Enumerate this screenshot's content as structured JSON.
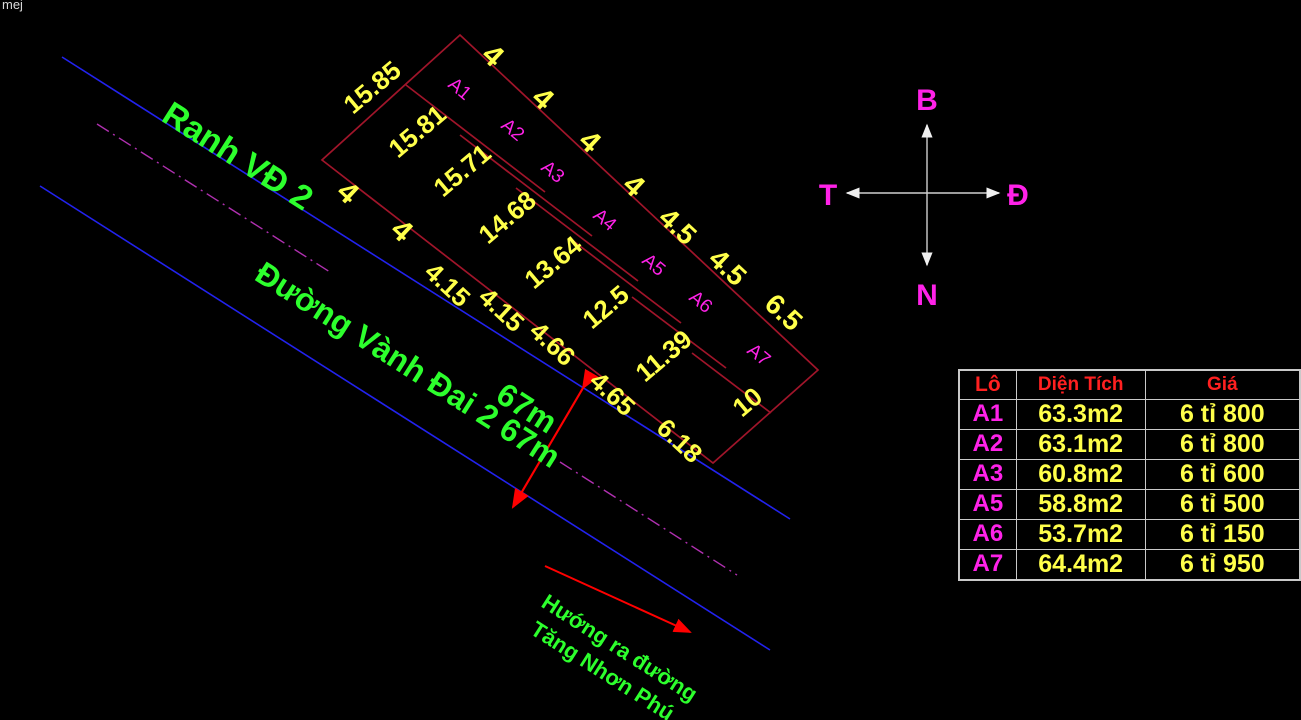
{
  "window": {
    "corner_artifact": "mej",
    "background": "#000000"
  },
  "colors": {
    "plot_line": "#a0152a",
    "dimension_text": "#ffff4a",
    "lot_label": "#ff22e8",
    "road_label": "#2dff2d",
    "boundary_blue": "#2222ee",
    "centerline_magenta": "#b030b0",
    "arrow_red": "#ff0000",
    "compass_text": "#ff22e8",
    "compass_arrow": "#f0f0f0",
    "table_header": "#ff2020",
    "table_border": "#c9c9c9"
  },
  "map": {
    "road_labels": [
      {
        "id": "ranh-vd2",
        "text": "Ranh VĐ 2"
      },
      {
        "id": "duong-vanh-dai-2",
        "text": "Đường Vành Đai 2 67m"
      },
      {
        "id": "huong-ra-duong-1",
        "text": "Hướng ra đường"
      },
      {
        "id": "huong-ra-duong-2",
        "text": "Tăng Nhơn Phú"
      }
    ],
    "road_width_label": "67m",
    "lots": [
      {
        "id": "A1",
        "label": "A1"
      },
      {
        "id": "A2",
        "label": "A2"
      },
      {
        "id": "A3",
        "label": "A3"
      },
      {
        "id": "A4",
        "label": "A4"
      },
      {
        "id": "A5",
        "label": "A5"
      },
      {
        "id": "A6",
        "label": "A6"
      },
      {
        "id": "A7",
        "label": "A7"
      }
    ],
    "dimensions": {
      "top_widths": [
        "4",
        "4",
        "4",
        "4",
        "4.5",
        "4.5",
        "6.5"
      ],
      "bottom_widths": [
        "4",
        "4",
        "4.15",
        "4.15",
        "4.66",
        "4.65",
        "6.18"
      ],
      "depths": [
        "15.85",
        "15.81",
        "15.71",
        "14.68",
        "13.64",
        "12.5",
        "11.39",
        "10"
      ]
    },
    "dimension_values": [
      {
        "id": "d-top-a1",
        "text": "4"
      },
      {
        "id": "d-top-a2",
        "text": "4"
      },
      {
        "id": "d-top-a3",
        "text": "4"
      },
      {
        "id": "d-top-a4",
        "text": "4"
      },
      {
        "id": "d-top-a5",
        "text": "4.5"
      },
      {
        "id": "d-top-a6",
        "text": "4.5"
      },
      {
        "id": "d-top-a7",
        "text": "6.5"
      },
      {
        "id": "d-left-upper",
        "text": "4"
      },
      {
        "id": "d-left-lower",
        "text": "4"
      },
      {
        "id": "d-depth-a1-l",
        "text": "15.85"
      },
      {
        "id": "d-depth-a1-r",
        "text": "15.81"
      },
      {
        "id": "d-depth-a2-r",
        "text": "15.71"
      },
      {
        "id": "d-depth-a3-r",
        "text": "14.68"
      },
      {
        "id": "d-depth-a4-r",
        "text": "13.64"
      },
      {
        "id": "d-depth-a5-r",
        "text": "12.5"
      },
      {
        "id": "d-depth-a6-r",
        "text": "11.39"
      },
      {
        "id": "d-depth-a7-r",
        "text": "10"
      },
      {
        "id": "d-bot-a3-l",
        "text": "4.15"
      },
      {
        "id": "d-bot-a3-r",
        "text": "4.15"
      },
      {
        "id": "d-bot-a4",
        "text": "4.66"
      },
      {
        "id": "d-bot-a5",
        "text": "4.65"
      },
      {
        "id": "d-bot-a6",
        "text": "6.18"
      }
    ]
  },
  "compass": {
    "north": "B",
    "south": "N",
    "west": "T",
    "east": "Đ"
  },
  "table": {
    "headers": [
      "Lô",
      "Diện Tích",
      "Giá"
    ],
    "rows": [
      {
        "lot": "A1",
        "area": "63.3m2",
        "price": "6 tỉ 800"
      },
      {
        "lot": "A2",
        "area": "63.1m2",
        "price": "6 tỉ 800"
      },
      {
        "lot": "A3",
        "area": "60.8m2",
        "price": "6 tỉ 600"
      },
      {
        "lot": "A5",
        "area": "58.8m2",
        "price": "6 tỉ 500"
      },
      {
        "lot": "A6",
        "area": "53.7m2",
        "price": "6 tỉ 150"
      },
      {
        "lot": "A7",
        "area": "64.4m2",
        "price": "6 tỉ 950"
      }
    ]
  }
}
